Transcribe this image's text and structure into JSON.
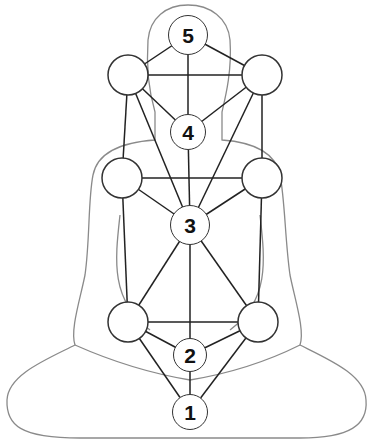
{
  "diagram": {
    "nodes": [
      {
        "text": [
          "5"
        ]
      },
      {
        "text": [
          "4"
        ]
      },
      {
        "text": [
          "3"
        ]
      },
      {
        "text": [
          "2"
        ]
      },
      {
        "text": [
          "1"
        ]
      }
    ],
    "edges": [
      {
        "from": 0,
        "to": 1,
        "arrow": "none"
      },
      {
        "from": 1,
        "to": 2,
        "arrow": "none"
      },
      {
        "from": 2,
        "to": 3,
        "arrow": "none"
      },
      {
        "from": 3,
        "to": 4,
        "arrow": "none"
      }
    ]
  }
}
